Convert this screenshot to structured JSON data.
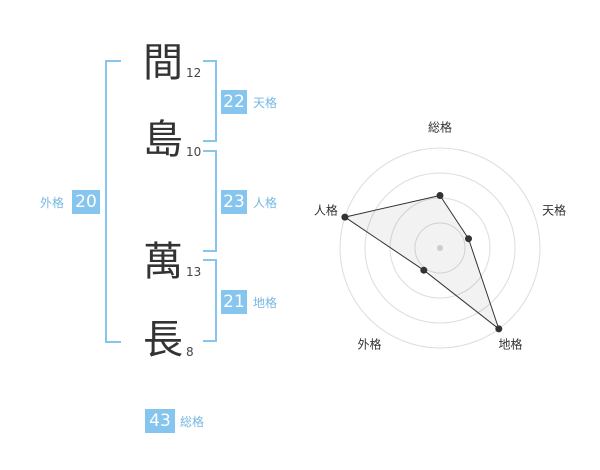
{
  "name": {
    "chars": [
      {
        "char": "間",
        "strokes": "12"
      },
      {
        "char": "島",
        "strokes": "10"
      },
      {
        "char": "萬",
        "strokes": "13"
      },
      {
        "char": "長",
        "strokes": "8"
      }
    ]
  },
  "kakusu": {
    "tenkaku": {
      "value": "22",
      "label": "天格"
    },
    "jinkaku": {
      "value": "23",
      "label": "人格"
    },
    "chikaku": {
      "value": "21",
      "label": "地格"
    },
    "gaikaku": {
      "value": "20",
      "label": "外格"
    },
    "soukaku": {
      "value": "43",
      "label": "総格"
    }
  },
  "colors": {
    "accent": "#85c5ee",
    "label": "#76b7e3",
    "text": "#333333"
  },
  "chart_data": {
    "type": "radar",
    "axes": [
      "総格",
      "天格",
      "地格",
      "外格",
      "人格"
    ],
    "range": [
      0,
      4
    ],
    "rings": 4,
    "values": [
      2.1,
      1.2,
      4.0,
      1.1,
      4.0
    ]
  }
}
